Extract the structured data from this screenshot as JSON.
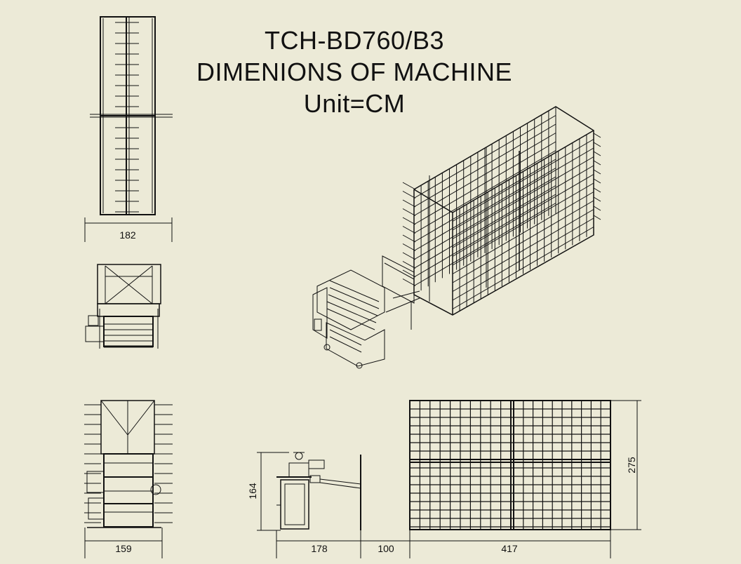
{
  "title": {
    "model": "TCH-BD760/B3",
    "heading": "DIMENIONS OF MACHINE",
    "unit": "Unit=CM"
  },
  "dimensions": {
    "top_view_width": "182",
    "front_view_width": "159",
    "side_height": "164",
    "side_depth": "178",
    "gap": "100",
    "rack_length": "417",
    "rack_height": "275"
  },
  "colors": {
    "background": "#ecead7",
    "line": "#111111"
  }
}
